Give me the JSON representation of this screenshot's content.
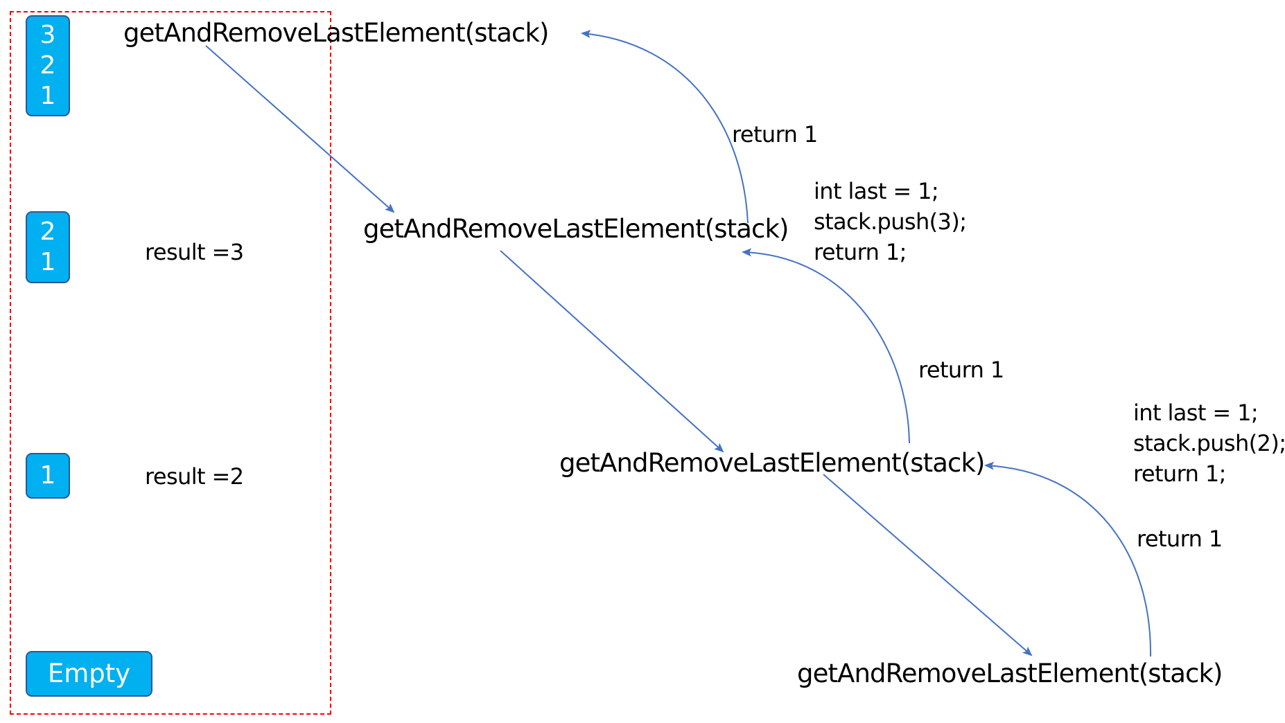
{
  "colors": {
    "box_fill": "#00b0f0",
    "box_border": "#2f5597",
    "box_text": "#ffffff",
    "frame": "#ff0000",
    "arrow": "#4472c4"
  },
  "stack_states": [
    {
      "cells": [
        "3",
        "2",
        "1"
      ]
    },
    {
      "cells": [
        "2",
        "1"
      ]
    },
    {
      "cells": [
        "1"
      ]
    },
    {
      "cells": [
        "Empty"
      ]
    }
  ],
  "calls": [
    "getAndRemoveLastElement(stack)",
    "getAndRemoveLastElement(stack)",
    "getAndRemoveLastElement(stack)",
    "getAndRemoveLastElement(stack)"
  ],
  "results": [
    "result =3",
    "result =2"
  ],
  "returns": [
    "return 1",
    "return 1",
    "return 1"
  ],
  "code_blocks": [
    {
      "lines": [
        "int last = 1;",
        "stack.push(3);",
        "return 1;"
      ]
    },
    {
      "lines": [
        "int last = 1;",
        "stack.push(2);",
        "return 1;"
      ]
    }
  ]
}
